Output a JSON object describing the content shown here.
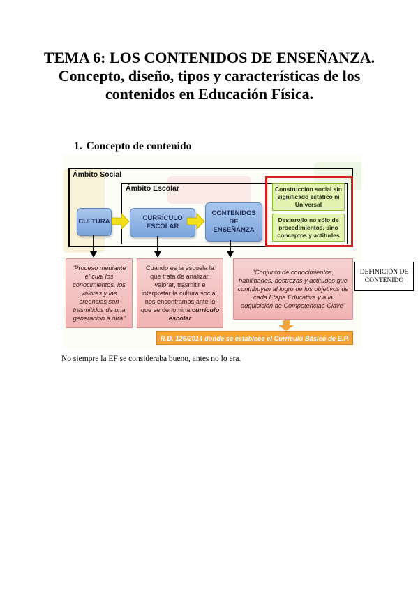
{
  "document": {
    "title": "TEMA 6: LOS CONTENIDOS DE ENSEÑANZA. Concepto, diseño, tipos y características de los contenidos en Educación Física.",
    "section": {
      "number": "1.",
      "heading": "Concepto de contenido"
    },
    "definition_box": "DEFINICIÓN DE CONTENIDO",
    "paragraph": "No siempre la EF se consideraba bueno, antes no lo era."
  },
  "diagram": {
    "ambito_social": "Ámbito Social",
    "ambito_escolar": "Ámbito Escolar",
    "nodes": {
      "cultura": "CULTURA",
      "curriculo": "CURRÍCULO ESCOLAR",
      "contenidos": "CONTENIDOS DE ENSEÑANZA"
    },
    "green_box_1": "Construcción social sin significado estático ni Universal",
    "green_box_2": "Desarrollo no sólo de procedimientos, sino conceptos y actitudes",
    "pink_1": "“Proceso mediante el cual los conocimientos, los valores y las creencias son trasmitidos de una generación a otra”",
    "pink_2_text": "Cuando es la escuela la que trata de analizar, valorar, trasmitir e interpretar la cultura social, nos encontramos ante lo que se denomina",
    "pink_2_emph": "currículo escolar",
    "pink_3": "“Conjunto de conocimientos, habilidades, destrezas y actitudes que contribuyen al logro de los objetivos de cada Etapa Educativa y a la adquisición de Competencias-Clave”",
    "orange_banner": "R.D. 126/2014 donde se establece el Currículo Básico de E.P.",
    "colors": {
      "red_frame": "#d21f1f",
      "node_blue": "#7aa3da",
      "green": "#e4f4b0",
      "pink": "#f0b3b3",
      "orange": "#f3a53c"
    }
  }
}
